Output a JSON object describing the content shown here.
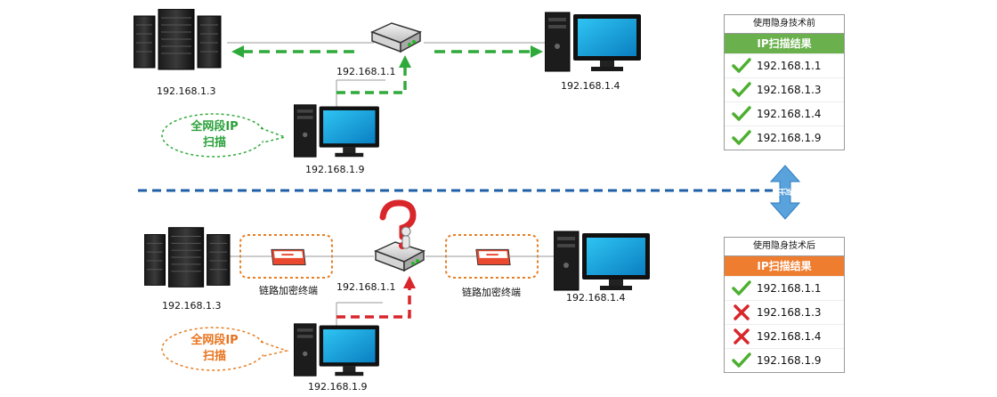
{
  "top": {
    "server_ip": "192.168.1.3",
    "router_ip": "192.168.1.1",
    "pc_right_ip": "192.168.1.4",
    "pc_bottom_ip": "192.168.1.9",
    "bubble_line1": "全网段IP",
    "bubble_line2": "扫描"
  },
  "bottom": {
    "server_ip": "192.168.1.3",
    "router_ip": "192.168.1.1",
    "pc_right_ip": "192.168.1.4",
    "pc_bottom_ip": "192.168.1.9",
    "bubble_line1": "全网段IP",
    "bubble_line2": "扫描",
    "encrypt_left_label": "链路加密终端",
    "encrypt_right_label": "链路加密终端"
  },
  "compare_label": "对比",
  "panel_before": {
    "title": "使用隐身技术前",
    "header": "IP扫描结果",
    "rows": [
      {
        "status": "ok",
        "ip": "192.168.1.1"
      },
      {
        "status": "ok",
        "ip": "192.168.1.3"
      },
      {
        "status": "ok",
        "ip": "192.168.1.4"
      },
      {
        "status": "ok",
        "ip": "192.168.1.9"
      }
    ]
  },
  "panel_after": {
    "title": "使用隐身技术后",
    "header": "IP扫描结果",
    "rows": [
      {
        "status": "ok",
        "ip": "192.168.1.1"
      },
      {
        "status": "fail",
        "ip": "192.168.1.3"
      },
      {
        "status": "fail",
        "ip": "192.168.1.4"
      },
      {
        "status": "ok",
        "ip": "192.168.1.9"
      }
    ]
  },
  "colors": {
    "green": "#2eaa3a",
    "red": "#d9262b",
    "blue_divider": "#1f5fa8",
    "panel_green": "#6ab04c",
    "panel_orange": "#ee7d30",
    "bubble_green_text": "#2ba13b",
    "bubble_orange_text": "#e8731e"
  }
}
